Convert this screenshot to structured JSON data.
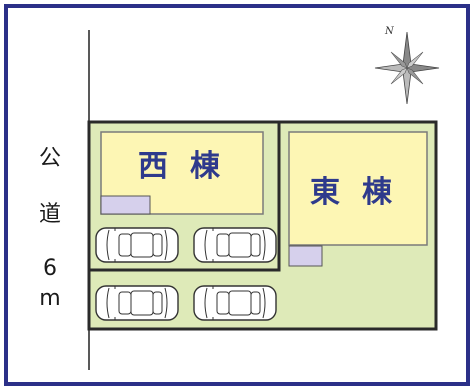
{
  "map": {
    "road": {
      "chars": [
        "公",
        "道",
        "6",
        "m"
      ]
    },
    "buildings": {
      "west": {
        "label": "西棟"
      },
      "east": {
        "label": "東棟"
      }
    },
    "compass": {
      "north_label": "N"
    },
    "colors": {
      "frame": "#2b3088",
      "lot_fill": "#deeab8",
      "lot_border": "#2a2a2a",
      "building_fill": "#fdf6b4",
      "building_border": "#7a7a7a",
      "entrance_fill": "#d6d0ec",
      "label_color": "#2e3a8c"
    },
    "parking": {
      "car_count": 4
    }
  }
}
